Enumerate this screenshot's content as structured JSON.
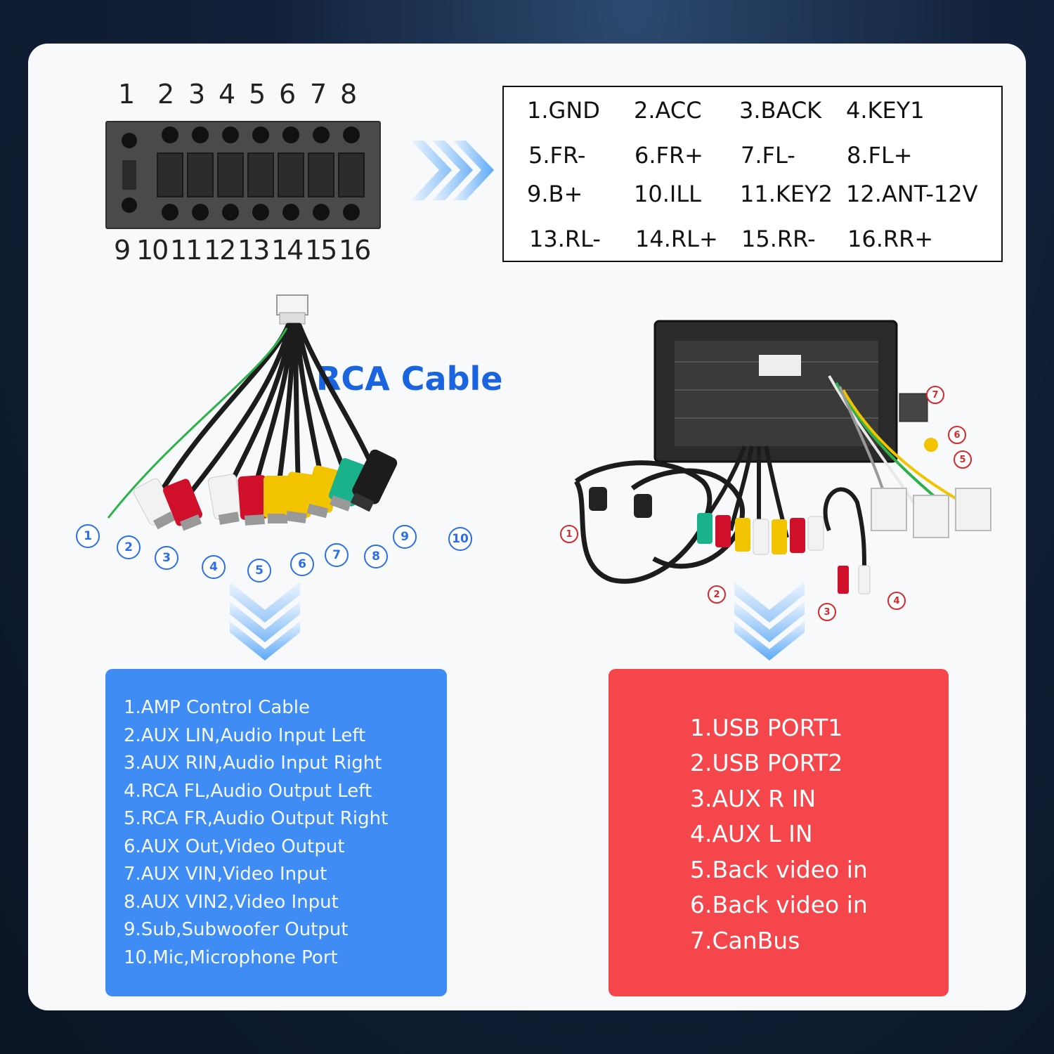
{
  "connector": {
    "top_pins": [
      "1",
      "2",
      "3",
      "4",
      "5",
      "6",
      "7",
      "8"
    ],
    "bottom_pins": [
      "9",
      "10",
      "11",
      "12",
      "13",
      "14",
      "15",
      "16"
    ]
  },
  "pinout": [
    "1.GND",
    "2.ACC",
    "3.BACK",
    "4.KEY1",
    "5.FR-",
    "6.FR+",
    "7.FL-",
    "8.FL+",
    "9.B+",
    "10.ILL",
    "11.KEY2",
    "12.ANT-12V",
    "13.RL-",
    "14.RL+",
    "15.RR-",
    "16.RR+"
  ],
  "rca": {
    "title": "RCA Cable",
    "markers": [
      "1",
      "2",
      "3",
      "4",
      "5",
      "6",
      "7",
      "8",
      "9",
      "10"
    ]
  },
  "harness": {
    "markers": [
      "1",
      "2",
      "3",
      "4",
      "5",
      "6",
      "7"
    ]
  },
  "rca_list": [
    "1.AMP Control Cable",
    "2.AUX LIN,Audio Input Left",
    "3.AUX RIN,Audio Input Right",
    "4.RCA FL,Audio Output Left",
    "5.RCA FR,Audio Output Right",
    "6.AUX Out,Video Output",
    "7.AUX VIN,Video Input",
    "8.AUX VIN2,Video Input",
    "9.Sub,Subwoofer Output",
    "10.Mic,Microphone Port"
  ],
  "harness_list": [
    "1.USB PORT1",
    "2.USB PORT2",
    "3.AUX R IN",
    "4.AUX L IN",
    "5.Back video in",
    "6.Back video in",
    "7.CanBus"
  ],
  "colors": {
    "rca_title": "#1a64e0",
    "blue_panel": "#3f8cf5",
    "red_panel": "#f5474b",
    "rca_white": "#f2f2f2",
    "rca_red": "#d0102a",
    "rca_yellow": "#f2c400",
    "rca_green": "#1ab28a",
    "cable_black": "#1c1c1c",
    "amp_wire_green": "#2db24a"
  },
  "icons": [
    "chevron-right-arrow-icon",
    "chevron-down-arrow-icon"
  ]
}
